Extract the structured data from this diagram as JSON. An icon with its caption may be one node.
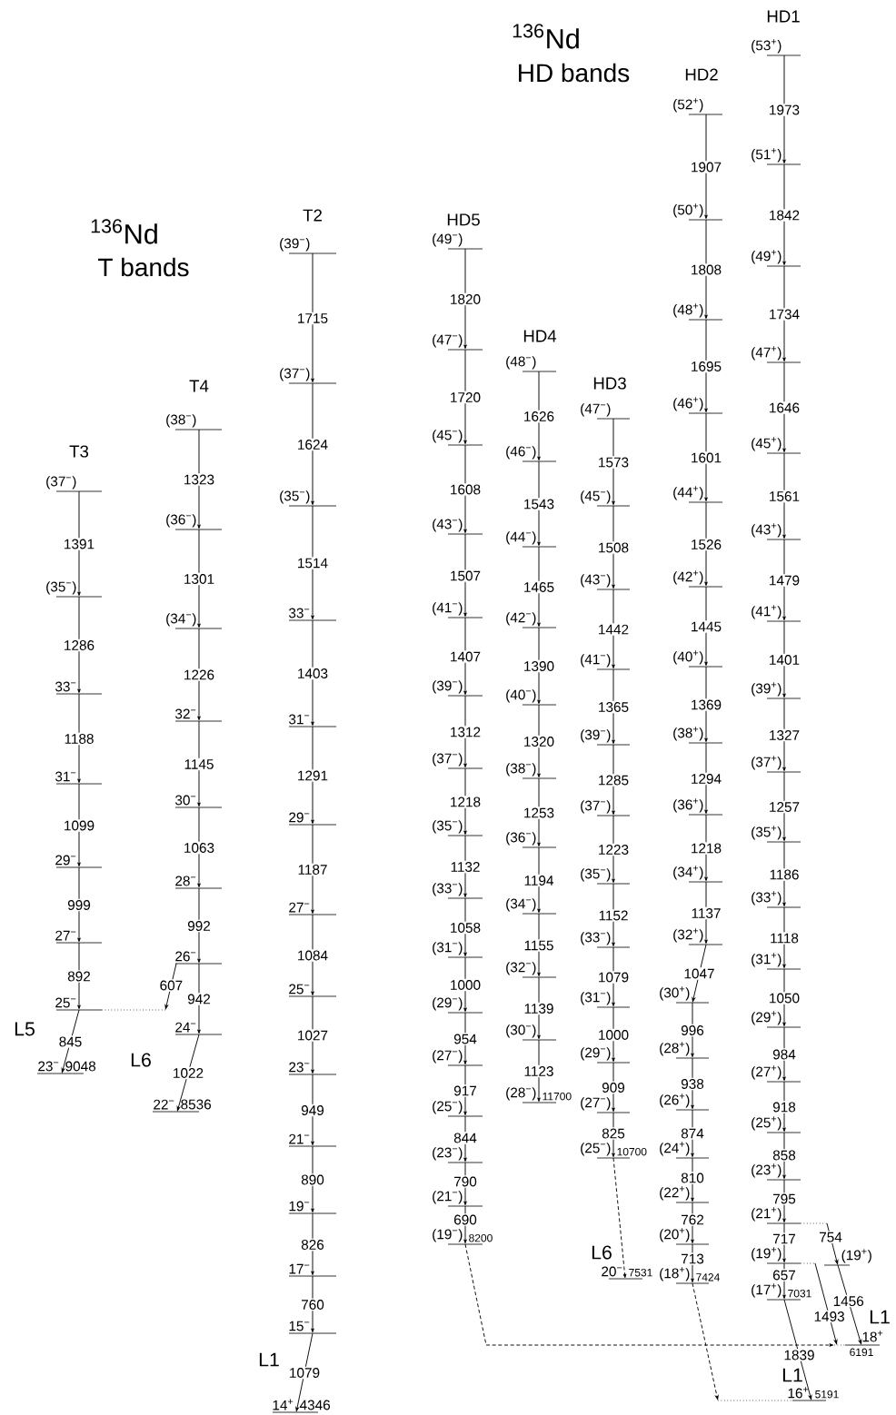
{
  "diagram": {
    "nodes": [
      {
        "text": [
          "(37$^{−}$)"
        ]
      },
      {
        "text": [
          "(35$^{−}$)"
        ]
      },
      {
        "text": [
          "33$^{−}$"
        ]
      },
      {
        "text": [
          "31$^{−}$"
        ]
      },
      {
        "text": [
          "29$^{−}$"
        ]
      },
      {
        "text": [
          "27$^{−}$"
        ]
      },
      {
        "text": [
          "25$^{−}$"
        ]
      },
      {
        "text": [
          "23$^{−}$",
          "9048"
        ]
      },
      {
        "text": [
          "(38$^{−}$)"
        ]
      },
      {
        "text": [
          "(36$^{−}$)"
        ]
      },
      {
        "text": [
          "(34$^{−}$)"
        ]
      },
      {
        "text": [
          "32$^{−}$"
        ]
      },
      {
        "text": [
          "30$^{−}$"
        ]
      },
      {
        "text": [
          "28$^{−}$"
        ]
      },
      {
        "text": [
          "26$^{−}$"
        ]
      },
      {
        "text": [
          "24$^{−}$"
        ]
      },
      {
        "text": [
          "22$^{−}$",
          "8536"
        ]
      },
      {
        "text": [
          "(39$^{−}$)"
        ]
      },
      {
        "text": [
          "(37$^{−}$)"
        ]
      },
      {
        "text": [
          "(35$^{−}$)"
        ]
      },
      {
        "text": [
          "33$^{−}$"
        ]
      },
      {
        "text": [
          "31$^{−}$"
        ]
      },
      {
        "text": [
          "29$^{−}$"
        ]
      },
      {
        "text": [
          "27$^{−}$"
        ]
      },
      {
        "text": [
          "25$^{−}$"
        ]
      },
      {
        "text": [
          "23$^{−}$"
        ]
      },
      {
        "text": [
          "21$^{−}$"
        ]
      },
      {
        "text": [
          "19$^{−}$"
        ]
      },
      {
        "text": [
          "17$^{−}$"
        ]
      },
      {
        "text": [
          "15$^{−}$"
        ]
      },
      {
        "text": [
          "14$^{+}$",
          "4346"
        ]
      },
      {
        "text": [
          "(49$^{−}$)"
        ]
      },
      {
        "text": [
          "(47$^{−}$)"
        ]
      },
      {
        "text": [
          "(45$^{−}$)"
        ]
      },
      {
        "text": [
          "(43$^{−}$)"
        ]
      },
      {
        "text": [
          "(41$^{−}$)"
        ]
      },
      {
        "text": [
          "(39$^{−}$)"
        ]
      },
      {
        "text": [
          "(37$^{−}$)"
        ]
      },
      {
        "text": [
          "(35$^{−}$)"
        ]
      },
      {
        "text": [
          "(33$^{−}$)"
        ]
      },
      {
        "text": [
          "(31$^{−}$)"
        ]
      },
      {
        "text": [
          "(29$^{−}$)"
        ]
      },
      {
        "text": [
          "(27$^{−}$)"
        ]
      },
      {
        "text": [
          "(25$^{−}$)"
        ]
      },
      {
        "text": [
          "(23$^{−}$)"
        ]
      },
      {
        "text": [
          "(21$^{−}$)"
        ]
      },
      {
        "text": [
          "(19$^{−}$)",
          "8200"
        ]
      },
      {
        "text": [
          "(48$^{−}$)"
        ]
      },
      {
        "text": [
          "(46$^{−}$)"
        ]
      },
      {
        "text": [
          "(44$^{−}$)"
        ]
      },
      {
        "text": [
          "(42$^{−}$)"
        ]
      },
      {
        "text": [
          "(40$^{−}$)"
        ]
      },
      {
        "text": [
          "(38$^{−}$)"
        ]
      },
      {
        "text": [
          "(36$^{−}$)"
        ]
      },
      {
        "text": [
          "(34$^{−}$)"
        ]
      },
      {
        "text": [
          "(32$^{−}$)"
        ]
      },
      {
        "text": [
          "(30$^{−}$)"
        ]
      },
      {
        "text": [
          "(28$^{−}$)",
          "11700"
        ]
      },
      {
        "text": [
          "(47$^{−}$)"
        ]
      },
      {
        "text": [
          "(45$^{−}$)"
        ]
      },
      {
        "text": [
          "(43$^{−}$)"
        ]
      },
      {
        "text": [
          "(41$^{−}$)"
        ]
      },
      {
        "text": [
          "(39$^{−}$)"
        ]
      },
      {
        "text": [
          "(37$^{−}$)"
        ]
      },
      {
        "text": [
          "(35$^{−}$)"
        ]
      },
      {
        "text": [
          "(33$^{−}$)"
        ]
      },
      {
        "text": [
          "(31$^{−}$)"
        ]
      },
      {
        "text": [
          "(29$^{−}$)"
        ]
      },
      {
        "text": [
          "(27$^{−}$)"
        ]
      },
      {
        "text": [
          "(25$^{−}$)",
          "10700"
        ]
      },
      {
        "text": [
          "20$^{−}$",
          "7531"
        ]
      },
      {
        "text": [
          "(52$^{+}$)"
        ]
      },
      {
        "text": [
          "(50$^{+}$)"
        ]
      },
      {
        "text": [
          "(48$^{+}$)"
        ]
      },
      {
        "text": [
          "(46$^{+}$)"
        ]
      },
      {
        "text": [
          "(44$^{+}$)"
        ]
      },
      {
        "text": [
          "(42$^{+}$)"
        ]
      },
      {
        "text": [
          "(40$^{+}$)"
        ]
      },
      {
        "text": [
          "(38$^{+}$)"
        ]
      },
      {
        "text": [
          "(36$^{+}$)"
        ]
      },
      {
        "text": [
          "(34$^{+}$)"
        ]
      },
      {
        "text": [
          "(32$^{+}$)"
        ]
      },
      {
        "text": [
          "(30$^{+}$)"
        ]
      },
      {
        "text": [
          "(28$^{+}$)"
        ]
      },
      {
        "text": [
          "(26$^{+}$)"
        ]
      },
      {
        "text": [
          "(24$^{+}$)"
        ]
      },
      {
        "text": [
          "(22$^{+}$)"
        ]
      },
      {
        "text": [
          "(20$^{+}$)"
        ]
      },
      {
        "text": [
          "(18$^{+}$)",
          "7424"
        ]
      },
      {
        "text": [
          "16$^{+}$",
          "5191"
        ]
      },
      {
        "text": [
          "(53$^{+}$)"
        ]
      },
      {
        "text": [
          "(51$^{+}$)"
        ]
      },
      {
        "text": [
          "(49$^{+}$)"
        ]
      },
      {
        "text": [
          "(47$^{+}$)"
        ]
      },
      {
        "text": [
          "(45$^{+}$)"
        ]
      },
      {
        "text": [
          "(43$^{+}$)"
        ]
      },
      {
        "text": [
          "(41$^{+}$)"
        ]
      },
      {
        "text": [
          "(39$^{+}$)"
        ]
      },
      {
        "text": [
          "(37$^{+}$)"
        ]
      },
      {
        "text": [
          "(35$^{+}$)"
        ]
      },
      {
        "text": [
          "(33$^{+}$)"
        ]
      },
      {
        "text": [
          "(31$^{+}$)"
        ]
      },
      {
        "text": [
          "(29$^{+}$)"
        ]
      },
      {
        "text": [
          "(27$^{+}$)"
        ]
      },
      {
        "text": [
          "(25$^{+}$)"
        ]
      },
      {
        "text": [
          "(23$^{+}$)"
        ]
      },
      {
        "text": [
          "(21$^{+}$)"
        ]
      },
      {
        "text": [
          "(19$^{+}$)"
        ]
      },
      {
        "text": [
          "(17$^{+}$)",
          "7031"
        ]
      },
      {
        "text": [
          "(19$^{+}$)"
        ]
      },
      {
        "text": [
          "18$^{+}$",
          "6191"
        ]
      }
    ],
    "edges": [
      {
        "from": 0,
        "to": 1,
        "arrow": "to",
        "label": "1391"
      },
      {
        "from": 1,
        "to": 2,
        "arrow": "to",
        "label": "1286"
      },
      {
        "from": 2,
        "to": 3,
        "arrow": "to",
        "label": "1188"
      },
      {
        "from": 3,
        "to": 4,
        "arrow": "to",
        "label": "1099"
      },
      {
        "from": 4,
        "to": 5,
        "arrow": "to",
        "label": "999"
      },
      {
        "from": 5,
        "to": 6,
        "arrow": "to",
        "label": "892"
      },
      {
        "from": 6,
        "to": 7,
        "arrow": "to",
        "label": "845"
      },
      {
        "from": 8,
        "to": 9,
        "arrow": "to",
        "label": "1323"
      },
      {
        "from": 9,
        "to": 10,
        "arrow": "to",
        "label": "1301"
      },
      {
        "from": 10,
        "to": 11,
        "arrow": "to",
        "label": "1226"
      },
      {
        "from": 11,
        "to": 12,
        "arrow": "to",
        "label": "1145"
      },
      {
        "from": 12,
        "to": 13,
        "arrow": "to",
        "label": "1063"
      },
      {
        "from": 13,
        "to": 14,
        "arrow": "to",
        "label": "992"
      },
      {
        "from": 14,
        "to": 15,
        "arrow": "to",
        "label": "942"
      },
      {
        "from": 15,
        "to": 16,
        "arrow": "to",
        "label": "1022"
      },
      {
        "from": 14,
        "to": 6,
        "arrow": "to",
        "label": "607"
      },
      {
        "from": 17,
        "to": 18,
        "arrow": "to",
        "label": "1715"
      },
      {
        "from": 18,
        "to": 19,
        "arrow": "to",
        "label": "1624"
      },
      {
        "from": 19,
        "to": 20,
        "arrow": "to",
        "label": "1514"
      },
      {
        "from": 20,
        "to": 21,
        "arrow": "to",
        "label": "1403"
      },
      {
        "from": 21,
        "to": 22,
        "arrow": "to",
        "label": "1291"
      },
      {
        "from": 22,
        "to": 23,
        "arrow": "to",
        "label": "1187"
      },
      {
        "from": 23,
        "to": 24,
        "arrow": "to",
        "label": "1084"
      },
      {
        "from": 24,
        "to": 25,
        "arrow": "to",
        "label": "1027"
      },
      {
        "from": 25,
        "to": 26,
        "arrow": "to",
        "label": "949"
      },
      {
        "from": 26,
        "to": 27,
        "arrow": "to",
        "label": "890"
      },
      {
        "from": 27,
        "to": 28,
        "arrow": "to",
        "label": "826"
      },
      {
        "from": 28,
        "to": 29,
        "arrow": "to",
        "label": "760"
      },
      {
        "from": 29,
        "to": 30,
        "arrow": "to",
        "label": "1079"
      },
      {
        "from": 31,
        "to": 32,
        "arrow": "to",
        "label": "1820"
      },
      {
        "from": 32,
        "to": 33,
        "arrow": "to",
        "label": "1720"
      },
      {
        "from": 33,
        "to": 34,
        "arrow": "to",
        "label": "1608"
      },
      {
        "from": 34,
        "to": 35,
        "arrow": "to",
        "label": "1507"
      },
      {
        "from": 35,
        "to": 36,
        "arrow": "to",
        "label": "1407"
      },
      {
        "from": 36,
        "to": 37,
        "arrow": "to",
        "label": "1312"
      },
      {
        "from": 37,
        "to": 38,
        "arrow": "to",
        "label": "1218"
      },
      {
        "from": 38,
        "to": 39,
        "arrow": "to",
        "label": "1132"
      },
      {
        "from": 39,
        "to": 40,
        "arrow": "to",
        "label": "1058"
      },
      {
        "from": 40,
        "to": 41,
        "arrow": "to",
        "label": "1000"
      },
      {
        "from": 41,
        "to": 42,
        "arrow": "to",
        "label": "954"
      },
      {
        "from": 42,
        "to": 43,
        "arrow": "to",
        "label": "917"
      },
      {
        "from": 43,
        "to": 44,
        "arrow": "to",
        "label": "844"
      },
      {
        "from": 44,
        "to": 45,
        "arrow": "to",
        "label": "790"
      },
      {
        "from": 45,
        "to": 46,
        "arrow": "to",
        "label": "690"
      },
      {
        "from": 46,
        "to": 110,
        "arrow": "to",
        "style": "dashed"
      },
      {
        "from": 47,
        "to": 48,
        "arrow": "to",
        "label": "1626"
      },
      {
        "from": 48,
        "to": 49,
        "arrow": "to",
        "label": "1543"
      },
      {
        "from": 49,
        "to": 50,
        "arrow": "to",
        "label": "1465"
      },
      {
        "from": 50,
        "to": 51,
        "arrow": "to",
        "label": "1390"
      },
      {
        "from": 51,
        "to": 52,
        "arrow": "to",
        "label": "1320"
      },
      {
        "from": 52,
        "to": 53,
        "arrow": "to",
        "label": "1253"
      },
      {
        "from": 53,
        "to": 54,
        "arrow": "to",
        "label": "1194"
      },
      {
        "from": 54,
        "to": 55,
        "arrow": "to",
        "label": "1155"
      },
      {
        "from": 55,
        "to": 56,
        "arrow": "to",
        "label": "1139"
      },
      {
        "from": 56,
        "to": 57,
        "arrow": "to",
        "label": "1123"
      },
      {
        "from": 58,
        "to": 59,
        "arrow": "to",
        "label": "1573"
      },
      {
        "from": 59,
        "to": 60,
        "arrow": "to",
        "label": "1508"
      },
      {
        "from": 60,
        "to": 61,
        "arrow": "to",
        "label": "1442"
      },
      {
        "from": 61,
        "to": 62,
        "arrow": "to",
        "label": "1365"
      },
      {
        "from": 62,
        "to": 63,
        "arrow": "to",
        "label": "1285"
      },
      {
        "from": 63,
        "to": 64,
        "arrow": "to",
        "label": "1223"
      },
      {
        "from": 64,
        "to": 65,
        "arrow": "to",
        "label": "1152"
      },
      {
        "from": 65,
        "to": 66,
        "arrow": "to",
        "label": "1079"
      },
      {
        "from": 66,
        "to": 67,
        "arrow": "to",
        "label": "1000"
      },
      {
        "from": 67,
        "to": 68,
        "arrow": "to",
        "label": "909"
      },
      {
        "from": 68,
        "to": 69,
        "arrow": "to",
        "label": "825"
      },
      {
        "from": 69,
        "to": 70,
        "arrow": "to",
        "style": "dashed"
      },
      {
        "from": 71,
        "to": 72,
        "arrow": "to",
        "label": "1907"
      },
      {
        "from": 72,
        "to": 73,
        "arrow": "to",
        "label": "1808"
      },
      {
        "from": 73,
        "to": 74,
        "arrow": "to",
        "label": "1695"
      },
      {
        "from": 74,
        "to": 75,
        "arrow": "to",
        "label": "1601"
      },
      {
        "from": 75,
        "to": 76,
        "arrow": "to",
        "label": "1526"
      },
      {
        "from": 76,
        "to": 77,
        "arrow": "to",
        "label": "1445"
      },
      {
        "from": 77,
        "to": 78,
        "arrow": "to",
        "label": "1369"
      },
      {
        "from": 78,
        "to": 79,
        "arrow": "to",
        "label": "1294"
      },
      {
        "from": 79,
        "to": 80,
        "arrow": "to",
        "label": "1218"
      },
      {
        "from": 80,
        "to": 81,
        "arrow": "to",
        "label": "1137"
      },
      {
        "from": 81,
        "to": 82,
        "arrow": "to",
        "label": "1047"
      },
      {
        "from": 82,
        "to": 83,
        "arrow": "to",
        "label": "996"
      },
      {
        "from": 83,
        "to": 84,
        "arrow": "to",
        "label": "938"
      },
      {
        "from": 84,
        "to": 85,
        "arrow": "to",
        "label": "874"
      },
      {
        "from": 85,
        "to": 86,
        "arrow": "to",
        "label": "810"
      },
      {
        "from": 86,
        "to": 87,
        "arrow": "to",
        "label": "762"
      },
      {
        "from": 87,
        "to": 88,
        "arrow": "to",
        "label": "713"
      },
      {
        "from": 88,
        "to": 89,
        "arrow": "to",
        "style": "dashed"
      },
      {
        "from": 90,
        "to": 91,
        "arrow": "to",
        "label": "1973"
      },
      {
        "from": 91,
        "to": 92,
        "arrow": "to",
        "label": "1842"
      },
      {
        "from": 92,
        "to": 93,
        "arrow": "to",
        "label": "1734"
      },
      {
        "from": 93,
        "to": 94,
        "arrow": "to",
        "label": "1646"
      },
      {
        "from": 94,
        "to": 95,
        "arrow": "to",
        "label": "1561"
      },
      {
        "from": 95,
        "to": 96,
        "arrow": "to",
        "label": "1479"
      },
      {
        "from": 96,
        "to": 97,
        "arrow": "to",
        "label": "1401"
      },
      {
        "from": 97,
        "to": 98,
        "arrow": "to",
        "label": "1327"
      },
      {
        "from": 98,
        "to": 99,
        "arrow": "to",
        "label": "1257"
      },
      {
        "from": 99,
        "to": 100,
        "arrow": "to",
        "label": "1186"
      },
      {
        "from": 100,
        "to": 101,
        "arrow": "to",
        "label": "1118"
      },
      {
        "from": 101,
        "to": 102,
        "arrow": "to",
        "label": "1050"
      },
      {
        "from": 102,
        "to": 103,
        "arrow": "to",
        "label": "984"
      },
      {
        "from": 103,
        "to": 104,
        "arrow": "to",
        "label": "918"
      },
      {
        "from": 104,
        "to": 105,
        "arrow": "to",
        "label": "858"
      },
      {
        "from": 105,
        "to": 106,
        "arrow": "to",
        "label": "795"
      },
      {
        "from": 106,
        "to": 107,
        "arrow": "to",
        "label": "717"
      },
      {
        "from": 107,
        "to": 108,
        "arrow": "to",
        "label": "657"
      },
      {
        "from": 106,
        "to": 109,
        "arrow": "to",
        "label": "754"
      },
      {
        "from": 109,
        "to": 110,
        "arrow": "to",
        "label": "1456"
      },
      {
        "from": 107,
        "to": 110,
        "arrow": "to",
        "label": "1493"
      },
      {
        "from": 108,
        "to": 89,
        "arrow": "to",
        "label": "1839"
      }
    ],
    "labels": [
      "$^{136}$Nd",
      "T bands",
      "T3",
      "T4",
      "T2",
      "HD5",
      "HD4",
      "HD3",
      "$^{136}$Nd",
      "HD bands",
      "HD2",
      "HD1",
      "L5",
      "L6",
      "L1",
      "L6",
      "L1",
      "L1"
    ]
  }
}
